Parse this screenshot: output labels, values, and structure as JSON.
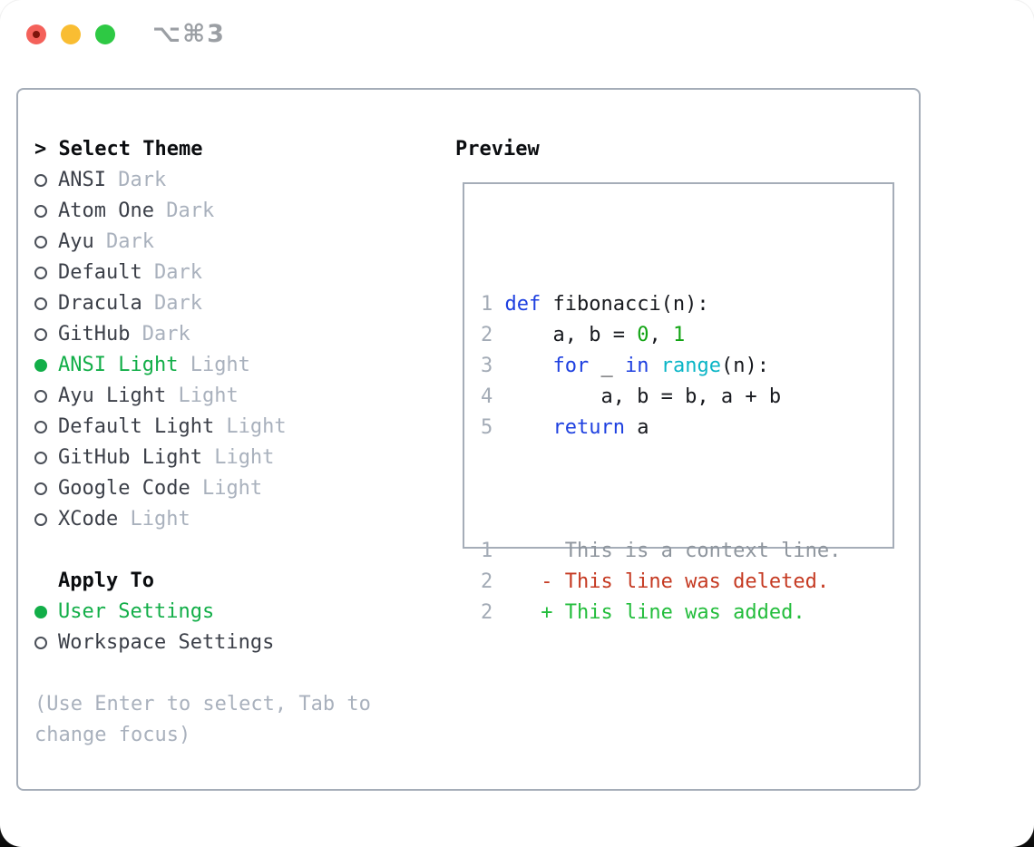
{
  "colors": {
    "panel_border": "#a5adb8",
    "text_dark": "#3b3f48",
    "text_black": "#0b0d10",
    "muted": "#a9b1bd",
    "line_number": "#a3abb6",
    "accent_green": "#12ae48",
    "keyword_blue": "#1e40e0",
    "builtin_cyan": "#0ab5c6",
    "number_green": "#12a414",
    "added_green": "#23bd3c",
    "deleted_red": "#c53a22",
    "context_gray": "#8f969e",
    "plain_code": "#17191e",
    "traffic_red": "#f4615a",
    "traffic_red_dot": "#7e150b",
    "traffic_yellow": "#f9bd32",
    "traffic_green": "#2ec944",
    "shortcut_gray": "#9b9fa4"
  },
  "window": {
    "shortcut": "⌥⌘3"
  },
  "select_theme": {
    "prompt": "> ",
    "title": "Select Theme",
    "items": [
      {
        "name": "ANSI",
        "variant": " Dark",
        "selected": false
      },
      {
        "name": "Atom One",
        "variant": " Dark",
        "selected": false
      },
      {
        "name": "Ayu",
        "variant": " Dark",
        "selected": false
      },
      {
        "name": "Default",
        "variant": " Dark",
        "selected": false
      },
      {
        "name": "Dracula",
        "variant": " Dark",
        "selected": false
      },
      {
        "name": "GitHub",
        "variant": " Dark",
        "selected": false
      },
      {
        "name": "ANSI Light",
        "variant": " Light",
        "selected": true
      },
      {
        "name": "Ayu Light",
        "variant": " Light",
        "selected": false
      },
      {
        "name": "Default Light",
        "variant": " Light",
        "selected": false
      },
      {
        "name": "GitHub Light",
        "variant": " Light",
        "selected": false
      },
      {
        "name": "Google Code",
        "variant": " Light",
        "selected": false
      },
      {
        "name": "XCode",
        "variant": " Light",
        "selected": false
      }
    ]
  },
  "apply_to": {
    "title": "Apply To",
    "items": [
      {
        "label": "User Settings",
        "selected": true
      },
      {
        "label": "Workspace Settings",
        "selected": false
      }
    ]
  },
  "hint": "(Use Enter to select, Tab to change focus)",
  "preview": {
    "title": "Preview",
    "code_lines": [
      {
        "num": "1",
        "tokens": [
          {
            "t": "def",
            "c": "kw"
          },
          {
            "t": " fibonacci(n):",
            "c": "pl"
          }
        ]
      },
      {
        "num": "2",
        "tokens": [
          {
            "t": "    a, b = ",
            "c": "pl"
          },
          {
            "t": "0",
            "c": "num"
          },
          {
            "t": ", ",
            "c": "pl"
          },
          {
            "t": "1",
            "c": "num"
          }
        ]
      },
      {
        "num": "3",
        "tokens": [
          {
            "t": "    ",
            "c": "pl"
          },
          {
            "t": "for",
            "c": "kw"
          },
          {
            "t": " _ ",
            "c": "pl"
          },
          {
            "t": "in",
            "c": "kw"
          },
          {
            "t": " ",
            "c": "pl"
          },
          {
            "t": "range",
            "c": "fn"
          },
          {
            "t": "(n):",
            "c": "pl"
          }
        ]
      },
      {
        "num": "4",
        "tokens": [
          {
            "t": "        a, b = b, a + b",
            "c": "pl"
          }
        ]
      },
      {
        "num": "5",
        "tokens": [
          {
            "t": "    ",
            "c": "pl"
          },
          {
            "t": "return",
            "c": "kw"
          },
          {
            "t": " a",
            "c": "pl"
          }
        ]
      }
    ],
    "diff_lines": [
      {
        "num": "1",
        "text": "     This is a context line.",
        "kind": "context"
      },
      {
        "num": "2",
        "text": "   - This line was deleted.",
        "kind": "deleted"
      },
      {
        "num": "2",
        "text": "   + This line was added.",
        "kind": "added"
      }
    ]
  }
}
